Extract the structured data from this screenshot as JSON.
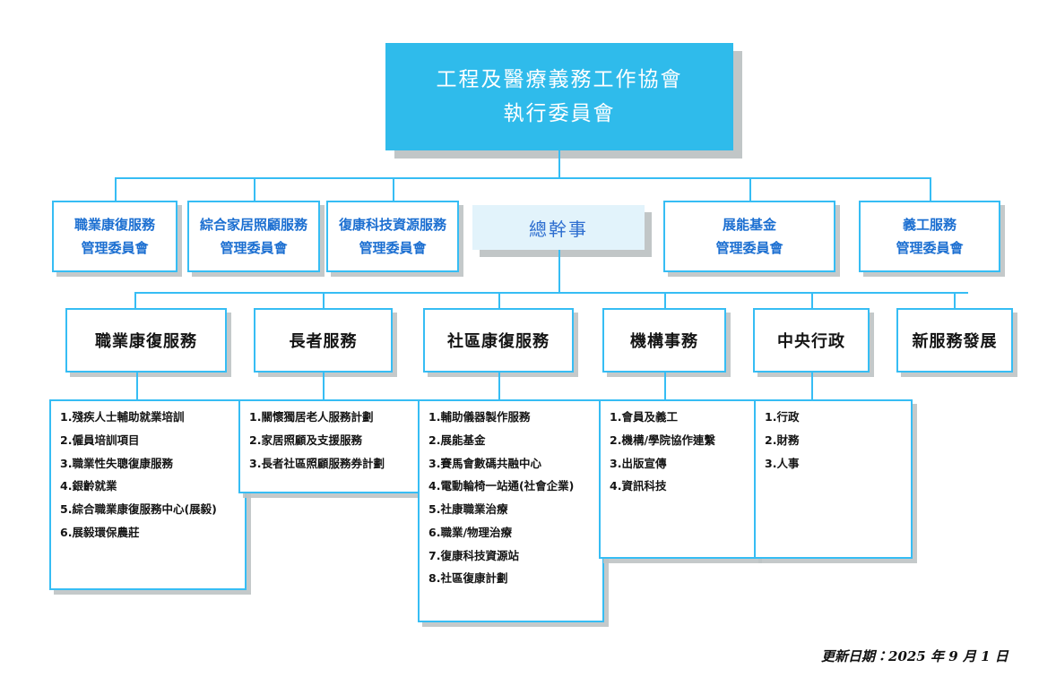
{
  "colors": {
    "accent": "#36bdf4",
    "top_box_fill": "#2fbbeb",
    "top_box_text": "#ffffff",
    "committee_text": "#1c6fd1",
    "director_fill": "#e2f3fb",
    "director_text": "#2f6fd0",
    "department_text": "#141414",
    "shadow": "#bec3c4",
    "background": "#ffffff"
  },
  "top": {
    "line1": "工程及醫療義務工作協會",
    "line2": "執行委員會"
  },
  "committees": [
    {
      "line1": "職業康復服務",
      "line2": "管理委員會"
    },
    {
      "line1": "綜合家居照顧服務",
      "line2": "管理委員會"
    },
    {
      "line1": "復康科技資源服務",
      "line2": "管理委員會"
    },
    {
      "line1": "展能基金",
      "line2": "管理委員會"
    },
    {
      "line1": "義工服務",
      "line2": "管理委員會"
    }
  ],
  "director": {
    "title": "總幹事"
  },
  "departments": [
    {
      "title": "職業康復服務"
    },
    {
      "title": "長者服務"
    },
    {
      "title": "社區康復服務"
    },
    {
      "title": "機構事務"
    },
    {
      "title": "中央行政"
    },
    {
      "title": "新服務發展"
    }
  ],
  "lists": {
    "vocational": [
      "1.殘疾人士輔助就業培訓",
      "2.僱員培訓項目",
      "3.職業性失聰復康服務",
      "4.銀齡就業",
      "5.綜合職業康復服務中心(展毅)",
      "6.展毅環保農莊"
    ],
    "elderly": [
      "1.關懷獨居老人服務計劃",
      "2.家居照顧及支援服務",
      "3.長者社區照顧服務券計劃"
    ],
    "community": [
      "1.輔助儀器製作服務",
      "2.展能基金",
      "3.賽馬會數碼共融中心",
      "4.電動輪椅一站通(社會企業)",
      "5.社康職業治療",
      "6.職業/物理治療",
      "7.復康科技資源站",
      "8.社區復康計劃"
    ],
    "institutional": [
      "1.會員及義工",
      "2.機構/學院協作連繫",
      "3.出版宣傳",
      "4.資訊科技"
    ],
    "central": [
      "1.行政",
      "2.財務",
      "3.人事"
    ]
  },
  "footer": {
    "updated": "更新日期：2025 年 9 月 1 日"
  }
}
